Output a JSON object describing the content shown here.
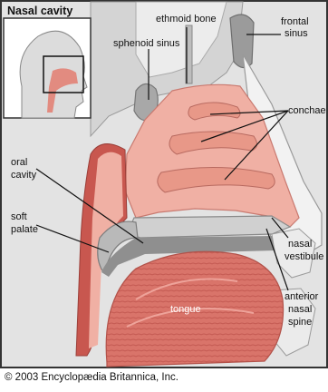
{
  "title": "Nasal cavity",
  "labels": {
    "ethmoid_bone": "ethmoid bone",
    "frontal_sinus_1": "frontal",
    "frontal_sinus_2": "sinus",
    "sphenoid_sinus": "sphenoid sinus",
    "conchae": "conchae",
    "oral_cavity_1": "oral",
    "oral_cavity_2": "cavity",
    "soft_palate_1": "soft",
    "soft_palate_2": "palate",
    "nasal_vestibule_1": "nasal",
    "nasal_vestibule_2": "vestibule",
    "tongue": "tongue",
    "anterior_nasal_spine_1": "anterior",
    "anterior_nasal_spine_2": "nasal",
    "anterior_nasal_spine_3": "spine"
  },
  "copyright": "© 2003 Encyclopædia Britannica, Inc."
}
